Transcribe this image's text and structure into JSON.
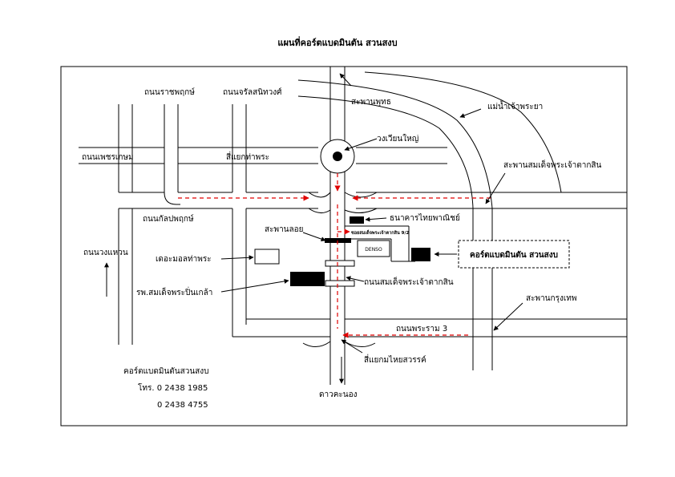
{
  "title": "แผนที่คอร์ตแบดมินตัน สวนสงบ",
  "labels": {
    "rajaprarop": "ถนนราชพฤกษ์",
    "charansanitwong": "ถนนจรัลสนิทวงศ์",
    "bridge_phut": "สะพานพุทธ",
    "chao_phraya": "แม่น้ำเจ้าพระยา",
    "roundabout": "วงเวียนใหญ่",
    "phetkasem": "ถนนเพชรเกษม",
    "tha_phra_junction": "สี่แยกท่าพระ",
    "bridge_taksin": "สะพานสมเด็จพระเจ้าตากสิน",
    "kalapaphruek": "ถนนกัลปพฤกษ์",
    "thai_bank": "ธนาคารไทยพาณิชย์",
    "floating_bridge": "สะพานลอย",
    "soi_label": "ซอยสมเด็จพระเจ้าตากสิน 9/2",
    "denso": "DENSO",
    "court": "คอร์ตแบดมินตัน สวนสงบ",
    "wongwaen": "ถนนวงแหวน",
    "the_mall": "เดอะมอลท่าพระ",
    "taksin_road": "ถนนสมเด็จพระเจ้าตากสิน",
    "hospital": "รพ.สมเด็จพระปิ่นเกล้า",
    "bridge_krungthep": "สะพานกรุงเทพ",
    "rama3": "ถนนพระราม 3",
    "thai_sawan": "สี่แยกมไหยสวรรค์",
    "dao_khanong": "ดาวคะนอง"
  },
  "contact": {
    "name": "คอร์ตแบดมินตันสวนสงบ",
    "phone1": "โทร. 0  2438  1985",
    "phone2": "0  2438  4755"
  },
  "colors": {
    "route": "#e00000",
    "roads": "#000000"
  }
}
